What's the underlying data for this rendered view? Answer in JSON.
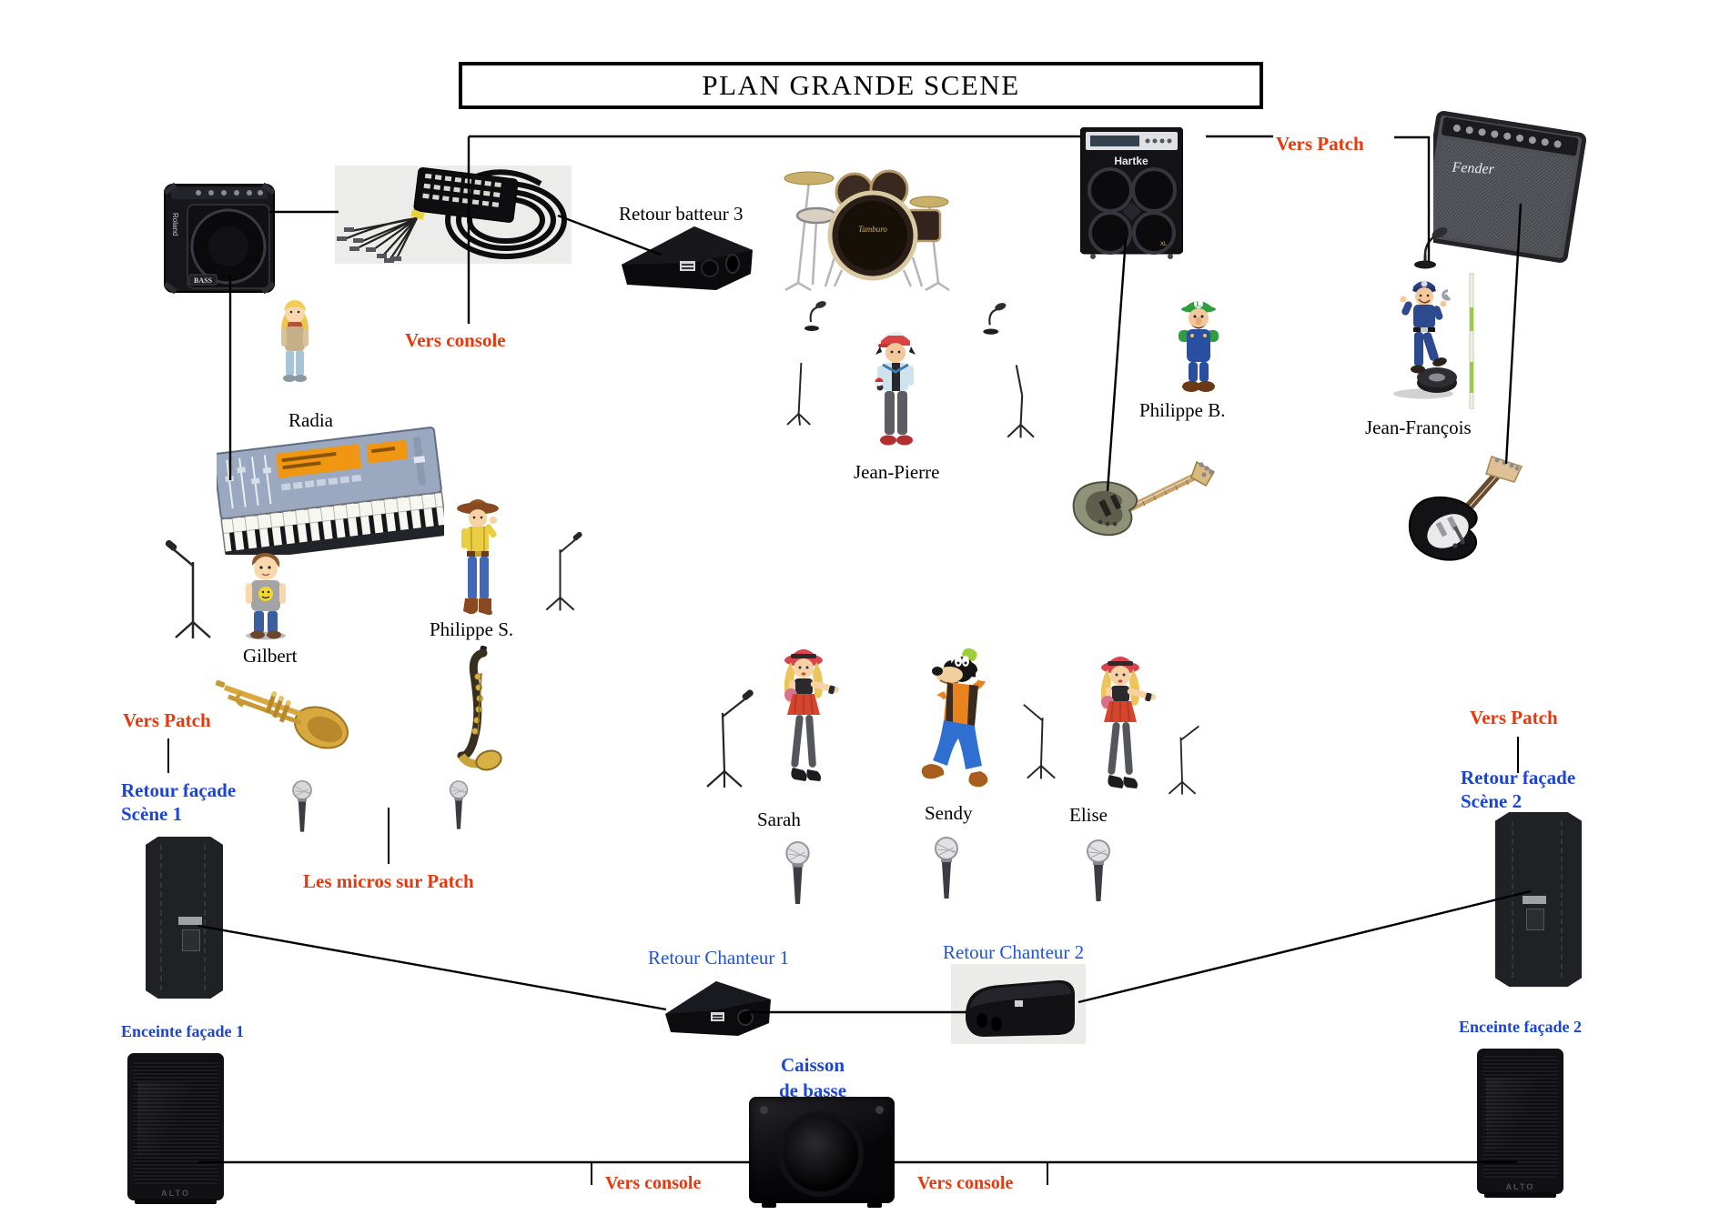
{
  "title": "PLAN GRANDE SCENE",
  "colors": {
    "red_label": "#e8380e",
    "blue_label": "#1b45d6",
    "chanteur_blue": "#2153d8"
  },
  "connections": {
    "vers_console_top": "Vers console",
    "vers_console_bottom_left": "Vers console",
    "vers_console_bottom_right": "Vers console",
    "vers_patch_top": "Vers Patch",
    "vers_patch_left": "Vers Patch",
    "vers_patch_right": "Vers Patch",
    "les_micros": "Les micros sur Patch"
  },
  "monitors": {
    "retour_batteur": "Retour batteur 3",
    "retour_chanteur_1": "Retour Chanteur 1",
    "retour_chanteur_2": "Retour Chanteur 2",
    "retour_facade_1": [
      "Retour façade",
      "Scène 1"
    ],
    "retour_facade_2": [
      "Retour façade",
      "Scène 2"
    ],
    "enceinte_1": "Enceinte façade 1",
    "enceinte_2": "Enceinte façade 2",
    "caisson": [
      "Caisson",
      "de basse"
    ]
  },
  "people": [
    {
      "id": "radia",
      "name": "Radia"
    },
    {
      "id": "gilbert",
      "name": "Gilbert"
    },
    {
      "id": "philippe_s",
      "name": "Philippe S."
    },
    {
      "id": "jean_pierre",
      "name": "Jean-Pierre"
    },
    {
      "id": "philippe_b",
      "name": "Philippe B."
    },
    {
      "id": "jean_francois",
      "name": "Jean-François"
    },
    {
      "id": "sarah",
      "name": "Sarah"
    },
    {
      "id": "sendy",
      "name": "Sendy"
    },
    {
      "id": "elise",
      "name": "Elise"
    }
  ],
  "brands": {
    "bass_cab": "Hartke",
    "drum_kick": "Tamburo",
    "combo_amp": "Roland",
    "guitar_amp": "Fender",
    "front_speaker": "ALTO"
  }
}
